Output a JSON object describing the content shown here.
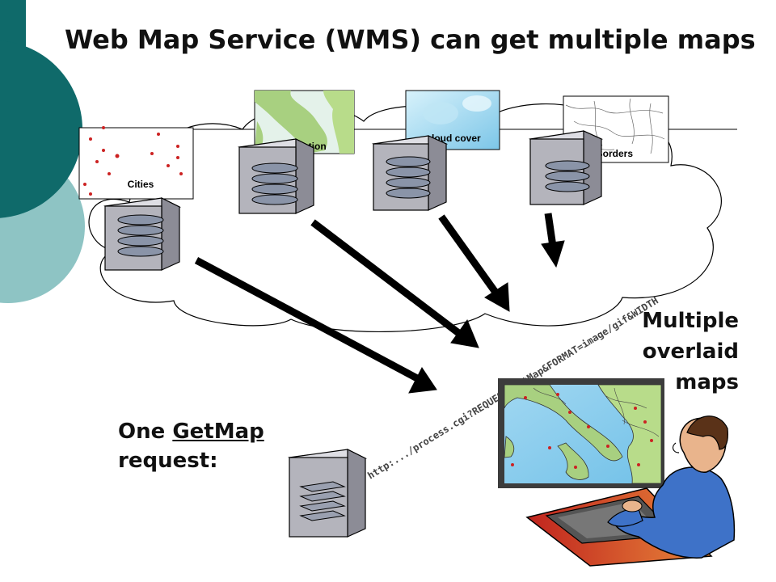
{
  "slide": {
    "title": "Web Map Service (WMS) can get multiple maps",
    "side_text": [
      "Multiple",
      "overlaid",
      "maps"
    ],
    "request_prefix": "One",
    "request_link": "GetMap",
    "request_suffix": "request:",
    "url": "http:.../process.cgi?REQUEST=GetMap&FORMAT=image/gif&WIDTH"
  },
  "maps": [
    {
      "label": "Cities"
    },
    {
      "label": "Elevation"
    },
    {
      "label": "cloud cover"
    },
    {
      "label": "Borders"
    }
  ],
  "colors": {
    "teal_dark": "#0f6a6a",
    "teal_light": "#8ec4c4",
    "server_gray": "#9a9aa4",
    "disk_blue": "#8a94a8",
    "sea_blue": "#5ab0e0",
    "land_green": "#a8d080",
    "arrow": "#000000"
  }
}
